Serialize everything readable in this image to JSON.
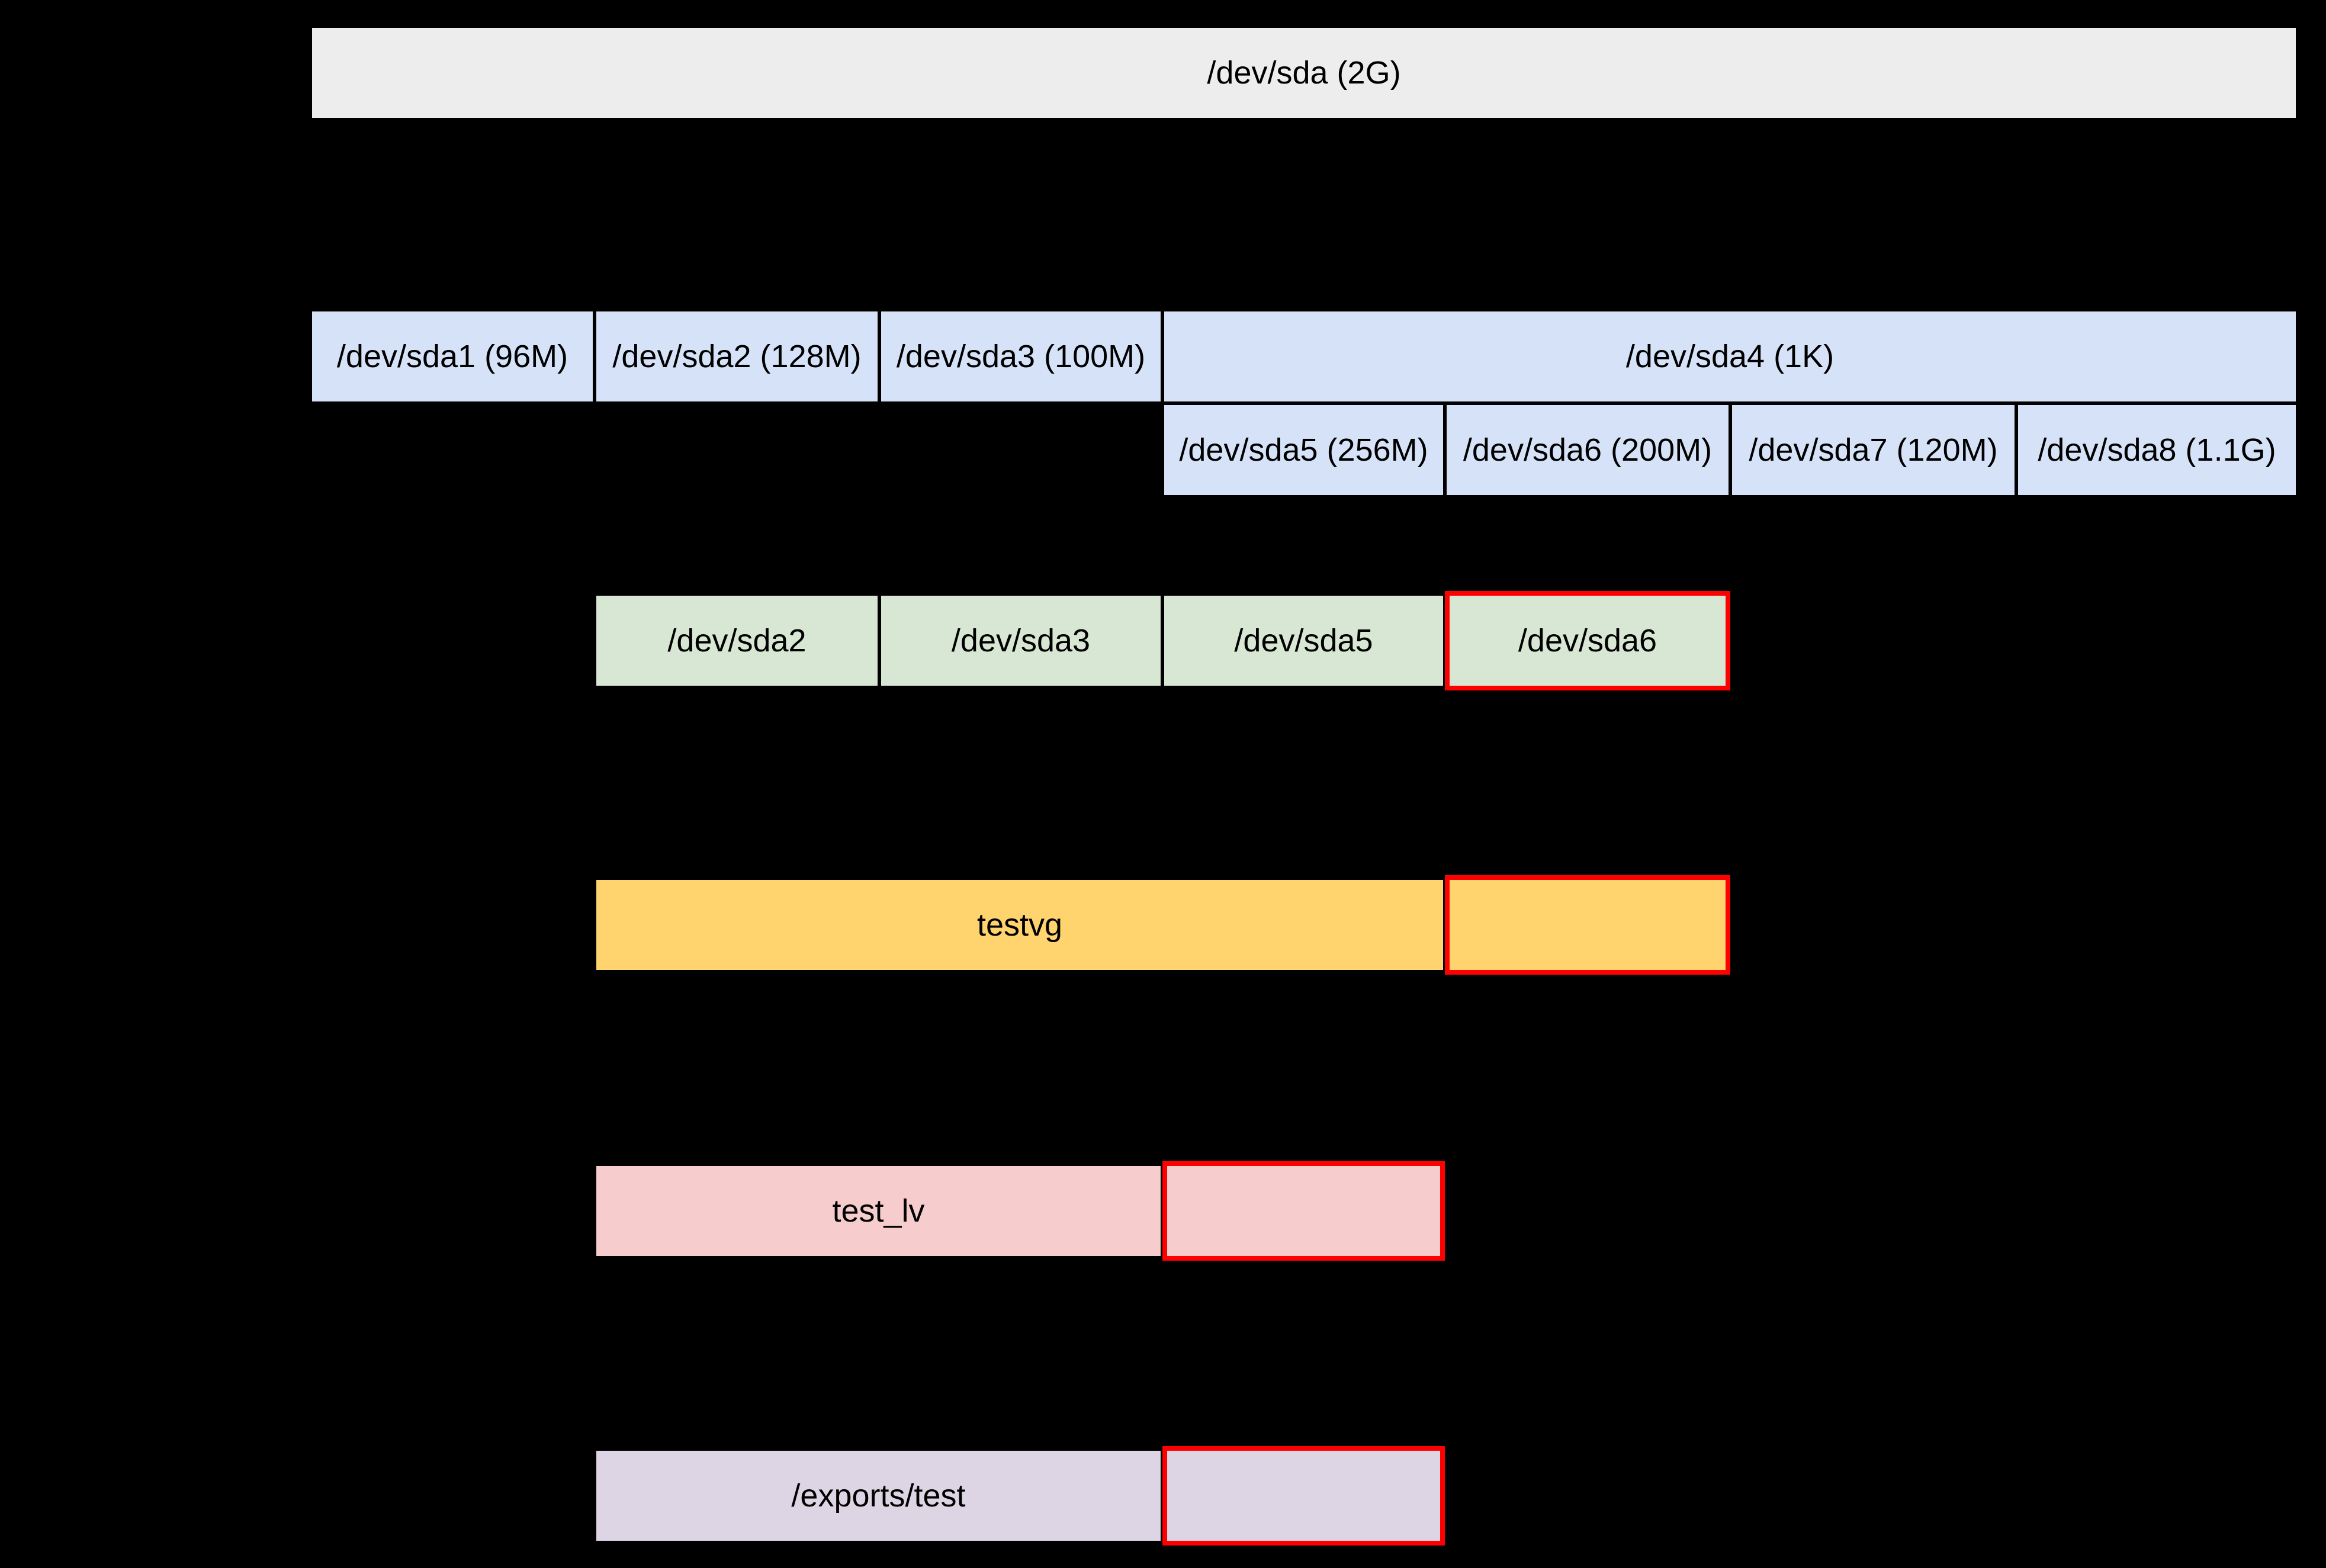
{
  "colors": {
    "background": "#000000",
    "disk_fill": "#ededed",
    "partition_fill": "#d6e2f7",
    "physical_volume_fill": "#d8e6d4",
    "volume_group_fill": "#ffd36e",
    "logical_volume_fill": "#f6cdcc",
    "filesystem_fill": "#ded5e4",
    "box_border": "#000000",
    "highlight_border": "#ff0000",
    "text": "#000000"
  },
  "disk": {
    "label": "/dev/sda (2G)"
  },
  "partitions": [
    {
      "label": "/dev/sda1 (96M)"
    },
    {
      "label": "/dev/sda2 (128M)"
    },
    {
      "label": "/dev/sda3 (100M)"
    },
    {
      "label": "/dev/sda4 (1K)"
    }
  ],
  "logical_partitions": [
    {
      "label": "/dev/sda5 (256M)"
    },
    {
      "label": "/dev/sda6 (200M)"
    },
    {
      "label": "/dev/sda7 (120M)"
    },
    {
      "label": "/dev/sda8 (1.1G)"
    }
  ],
  "physical_volumes": [
    {
      "label": "/dev/sda2",
      "highlighted": false
    },
    {
      "label": "/dev/sda3",
      "highlighted": false
    },
    {
      "label": "/dev/sda5",
      "highlighted": false
    },
    {
      "label": "/dev/sda6",
      "highlighted": true
    }
  ],
  "volume_group": {
    "label": "testvg",
    "has_highlighted_extension": true
  },
  "logical_volume": {
    "label": "test_lv",
    "has_highlighted_extension": true
  },
  "filesystem": {
    "label": "/exports/test",
    "has_highlighted_extension": true
  }
}
